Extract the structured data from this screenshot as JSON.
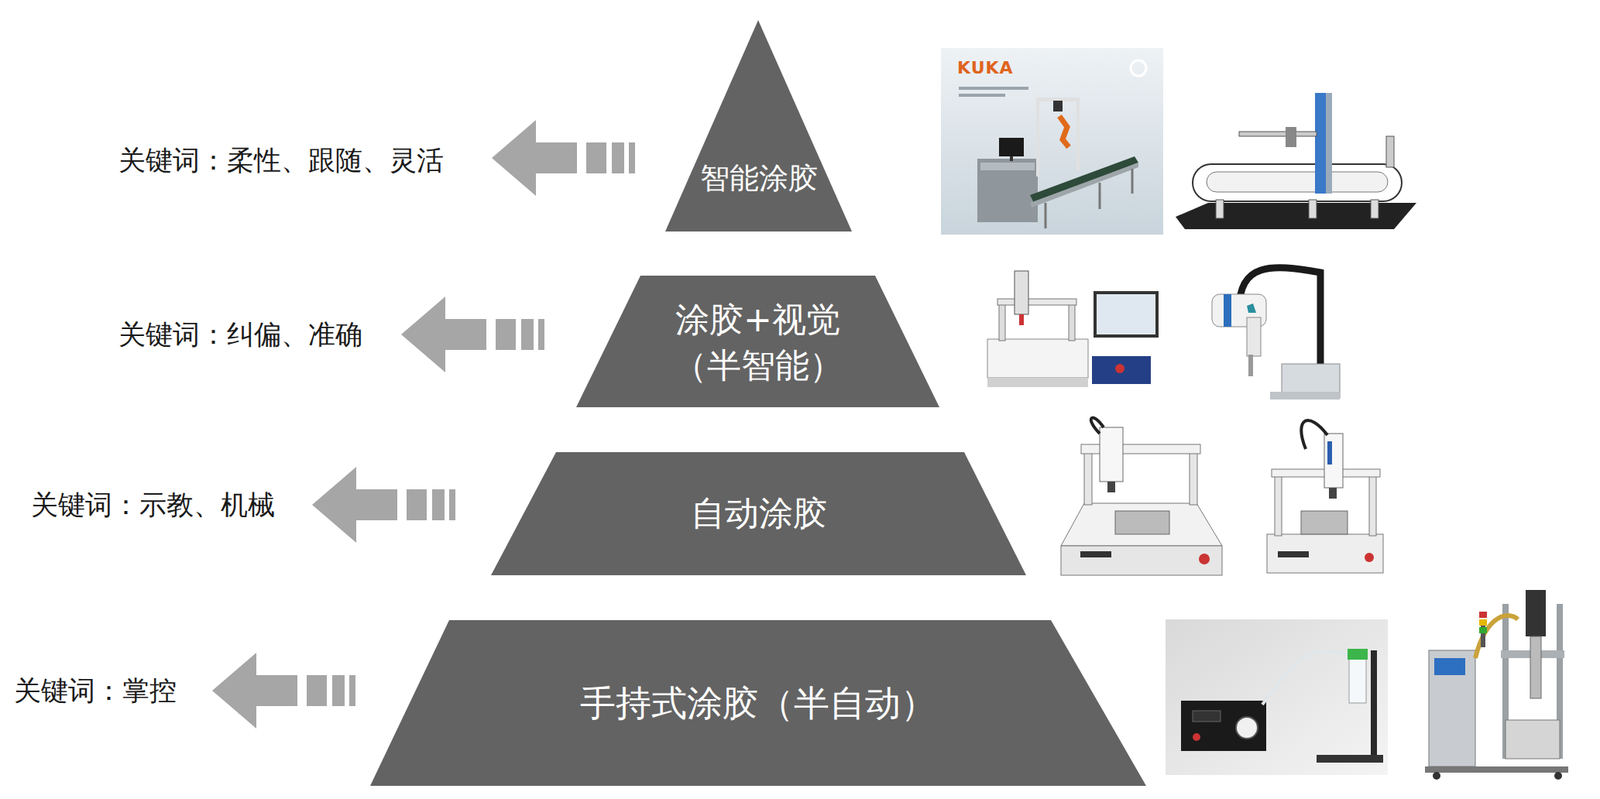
{
  "diagram": {
    "nodes": [
      {
        "text": [
          "智能涂胶"
        ]
      },
      {
        "text": [
          "涂胶+视觉 （半智能）"
        ]
      },
      {
        "text": [
          "自动涂胶"
        ]
      },
      {
        "text": [
          "手持式涂胶（半自动）"
        ]
      }
    ],
    "labels": [
      "关键词：柔性、跟随、灵活",
      "关键词：纠偏、准确",
      "关键词：示教、机械",
      "关键词：掌控",
      "KUKA"
    ]
  }
}
